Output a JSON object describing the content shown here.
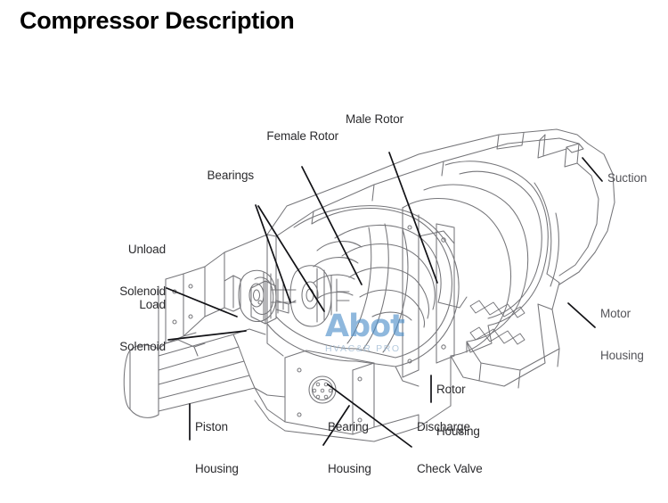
{
  "page": {
    "title": "Compressor Description"
  },
  "watermark": {
    "brand": "Abot",
    "tagline": "HVAC&R PRO",
    "color": "#4b8ec9"
  },
  "diagram": {
    "subject": "screw-compressor-cutaway",
    "line_color": "#6f6f74",
    "leader_color": "#101014"
  },
  "callouts": [
    {
      "id": "male-rotor",
      "line1": "Male Rotor",
      "line2": "",
      "tone": "dark"
    },
    {
      "id": "female-rotor",
      "line1": "Female Rotor",
      "line2": "",
      "tone": "dark"
    },
    {
      "id": "bearings",
      "line1": "Bearings",
      "line2": "",
      "tone": "dark"
    },
    {
      "id": "suction",
      "line1": "Suction",
      "line2": "",
      "tone": "gray"
    },
    {
      "id": "unload-solenoid",
      "line1": "Unload",
      "line2": "Solenoid",
      "tone": "dark"
    },
    {
      "id": "load-solenoid",
      "line1": "Load",
      "line2": "Solenoid",
      "tone": "dark"
    },
    {
      "id": "motor-housing",
      "line1": "Motor",
      "line2": "Housing",
      "tone": "gray"
    },
    {
      "id": "rotor-housing",
      "line1": "Rotor",
      "line2": "Housing",
      "tone": "dark"
    },
    {
      "id": "piston-housing",
      "line1": "Piston",
      "line2": "Housing",
      "tone": "dark"
    },
    {
      "id": "bearing-housing",
      "line1": "Bearing",
      "line2": "Housing",
      "tone": "dark"
    },
    {
      "id": "discharge-check-valve",
      "line1": "Discharge",
      "line2": "Check Valve",
      "tone": "dark"
    }
  ]
}
